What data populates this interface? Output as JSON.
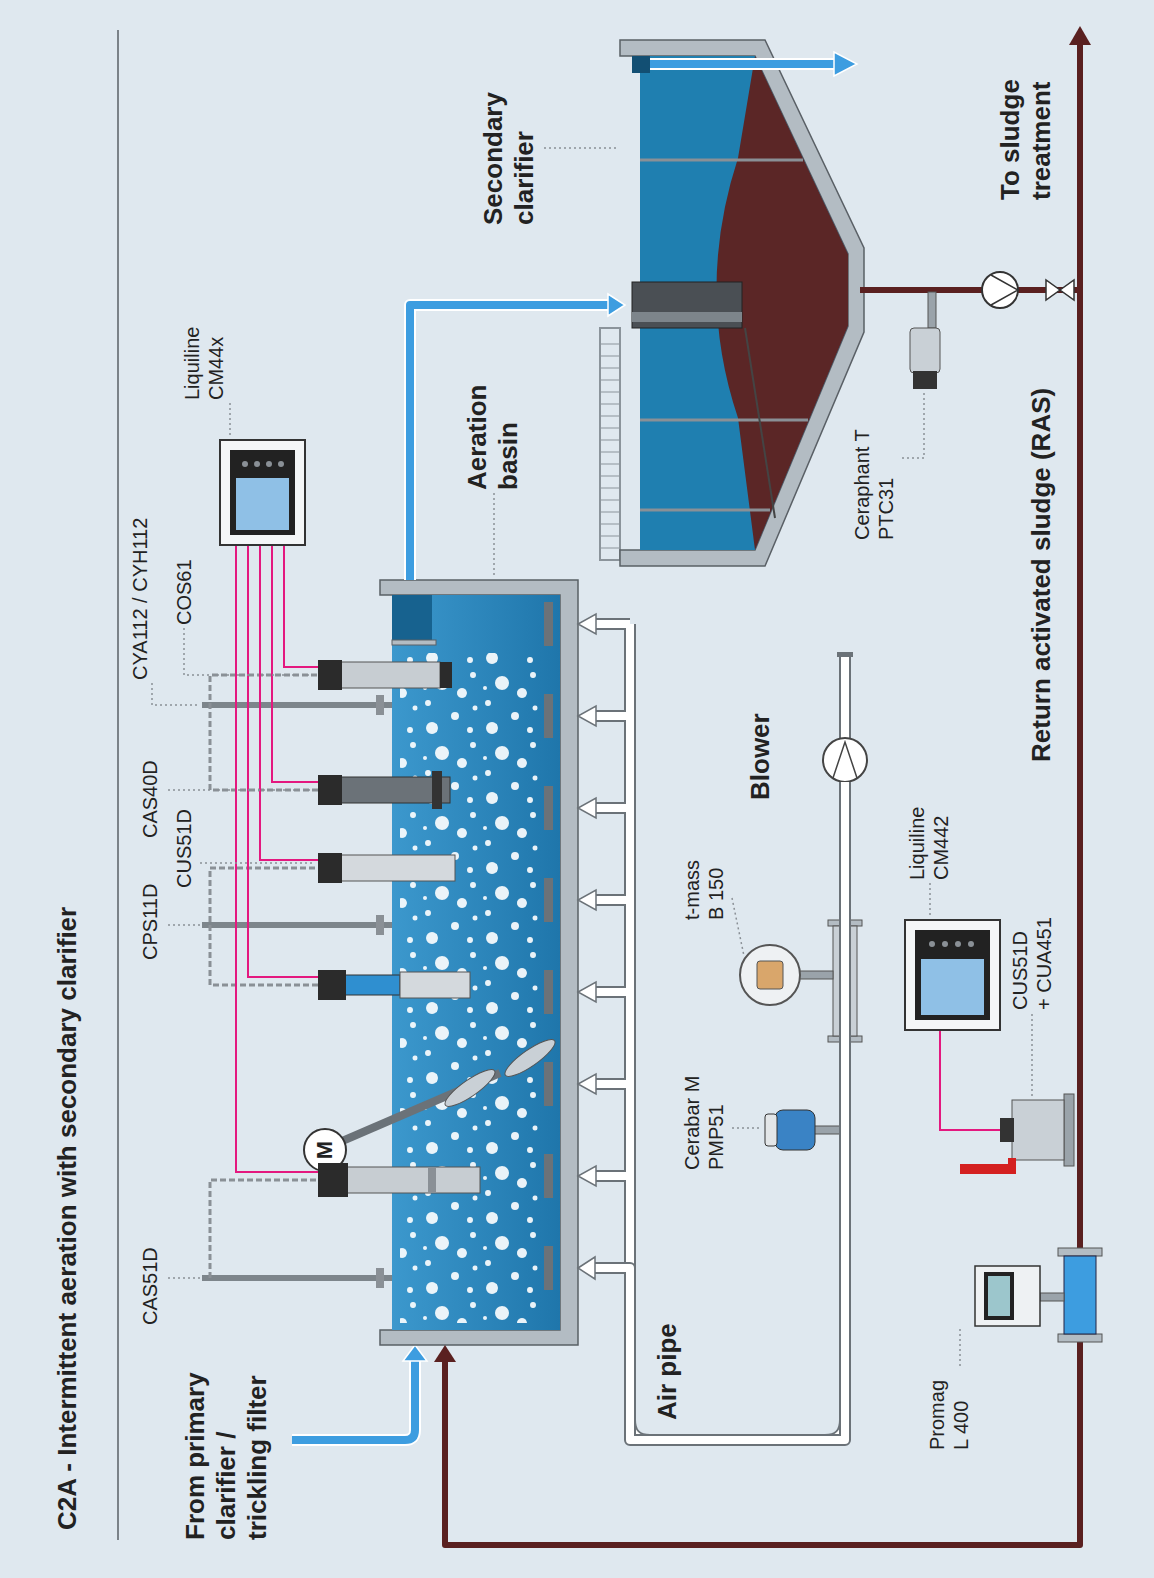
{
  "diagram": {
    "title": "C2A - Intermittent aeration with secondary clarifier",
    "nodes": [
      {
        "text": [
          "Aeration basin"
        ]
      },
      {
        "text": [
          "Secondary clarifier"
        ]
      },
      {
        "text": [
          "Blower"
        ]
      },
      {
        "text": [
          "Liquiline CM44x"
        ]
      },
      {
        "text": [
          "Liquiline CM442"
        ]
      }
    ],
    "edges": [
      {
        "from": 0,
        "to": 1,
        "arrow": "to"
      },
      {
        "from": 2,
        "to": 0,
        "arrow": "to"
      },
      {
        "from": 1,
        "to": 0,
        "label": "Return activated sludge (RAS)",
        "arrow": "to"
      }
    ],
    "labels": [
      "From primary clarifier / trickling filter",
      "Air pipe",
      "M",
      "CAS51D",
      "CPS11D",
      "CUS51D",
      "CAS40D",
      "CYA112 / CYH112",
      "COS61",
      "Cerabar M PMP51",
      "t-mass B 150",
      "Promag L 400",
      "CUS51D + CUA451",
      "Ceraphant T PTC31",
      "To sludge treatment"
    ]
  }
}
